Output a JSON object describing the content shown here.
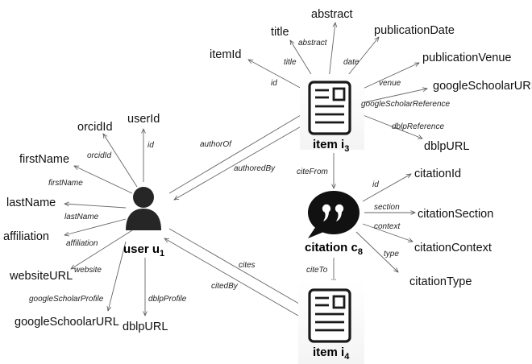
{
  "entities": {
    "user": {
      "label": "user u",
      "sub": "1"
    },
    "item3": {
      "label": "item i",
      "sub": "3"
    },
    "item4": {
      "label": "item i",
      "sub": "4"
    },
    "citation": {
      "label": "citation c",
      "sub": "8"
    }
  },
  "user_attributes": {
    "userId": "userId",
    "orcidId": "orcidId",
    "firstName": "firstName",
    "lastName": "lastName",
    "affiliation": "affiliation",
    "websiteURL": "websiteURL",
    "googleSchoolarURL": "googleSchoolarURL",
    "dblpURL": "dblpURL"
  },
  "user_edges": {
    "id": "id",
    "orcidId": "orcidId",
    "firstName": "firstName",
    "lastName": "lastName",
    "affiliation": "affiliation",
    "website": "website",
    "googleScholarProfile": "googleScholarProfile",
    "dblpProfile": "dblpProfile"
  },
  "item_attributes": {
    "itemId": "itemId",
    "title": "title",
    "abstract": "abstract",
    "publicationDate": "publicationDate",
    "publicationVenue": "publicationVenue",
    "googleSchoolarURL": "googleSchoolarURL",
    "dblpURL": "dblpURL"
  },
  "item_edges": {
    "id": "id",
    "title": "title",
    "abstract": "abstract",
    "date": "date",
    "venue": "venue",
    "googleScholarReference": "googleScholarReference",
    "dblpReference": "dblpReference"
  },
  "citation_attributes": {
    "citationId": "citationId",
    "citationSection": "citationSection",
    "citationContext": "citationContext",
    "citationType": "citationType"
  },
  "citation_edges": {
    "id": "id",
    "section": "section",
    "context": "context",
    "type": "type"
  },
  "relations": {
    "authorOf": "authorOf",
    "authoredBy": "authoredBy",
    "citeFrom": "citeFrom",
    "citeTo": "citeTo",
    "cites": "cites",
    "citedBy": "citedBy"
  },
  "icons": {
    "user": "person-icon",
    "document": "document-icon",
    "citation": "quote-bubble-icon"
  }
}
